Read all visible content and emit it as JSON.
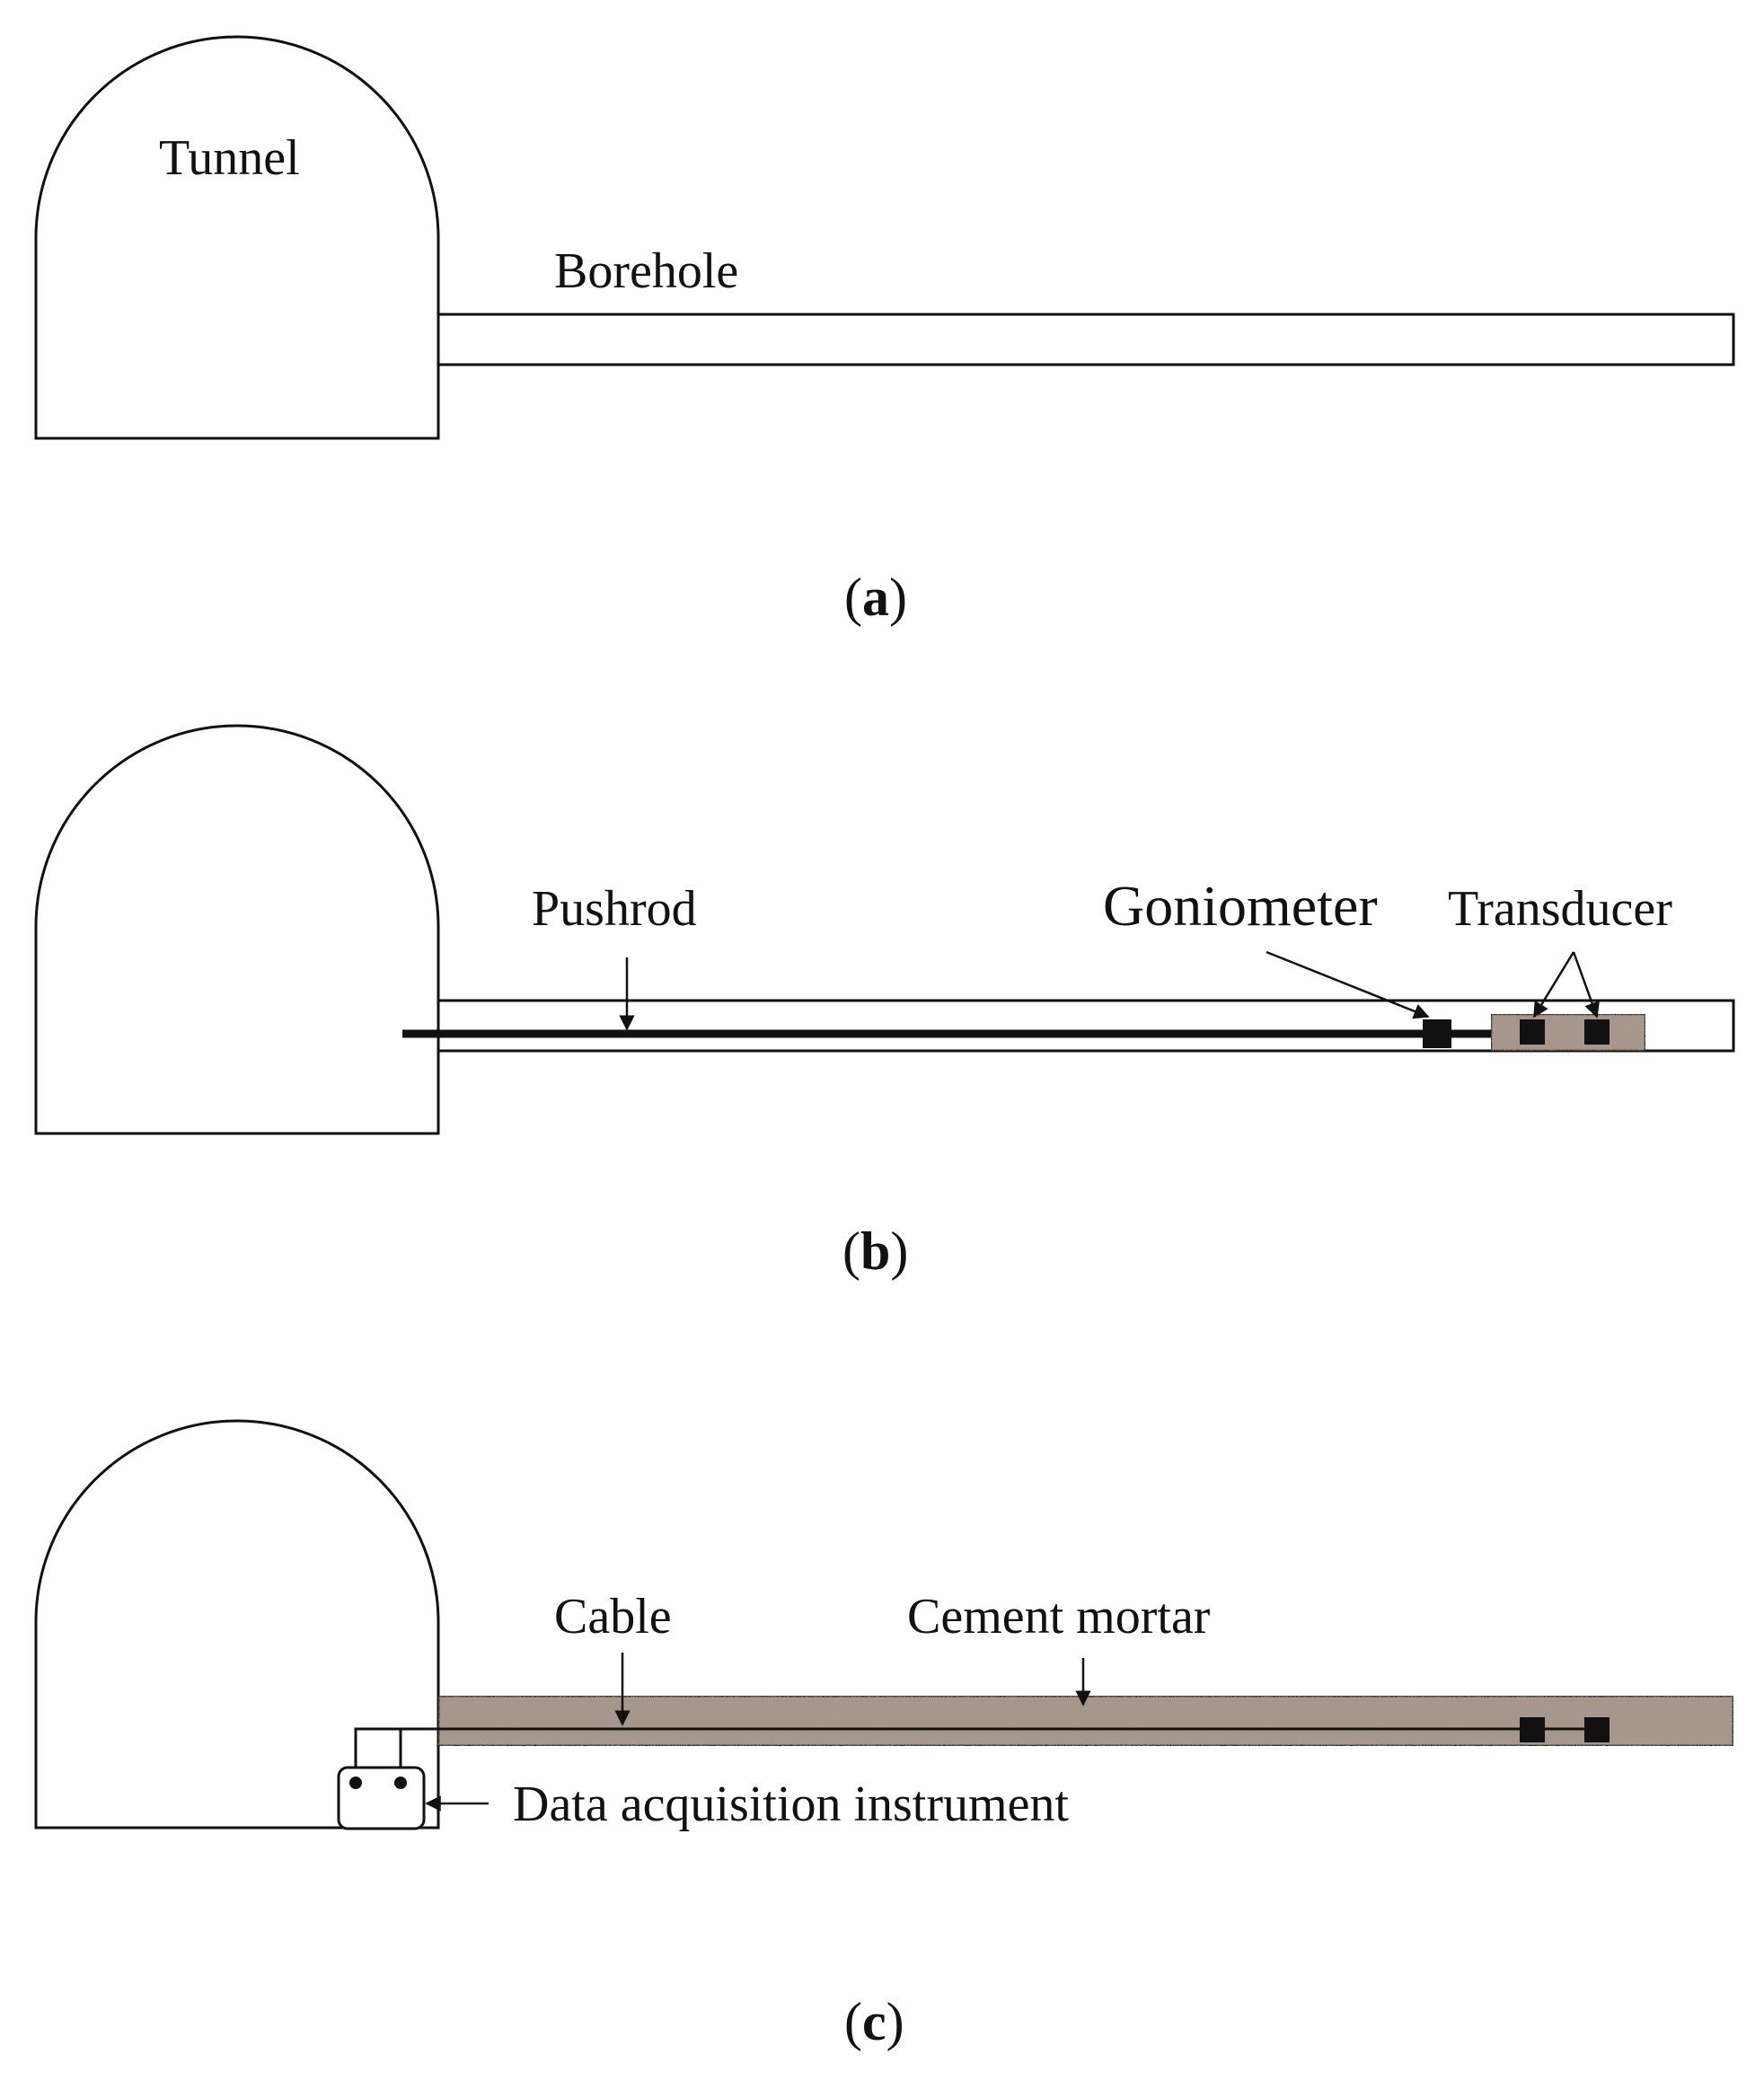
{
  "panel_a": {
    "tunnel_label": "Tunnel",
    "borehole_label": "Borehole",
    "caption_open": "(",
    "caption_letter": "a",
    "caption_close": ")"
  },
  "panel_b": {
    "pushrod_label": "Pushrod",
    "goniometer_label": "Goniometer",
    "transducer_label": "Transducer",
    "caption_open": "(",
    "caption_letter": "b",
    "caption_close": ")"
  },
  "panel_c": {
    "cable_label": "Cable",
    "mortar_label": "Cement mortar",
    "daq_label": "Data acquisition instrument",
    "caption_open": "(",
    "caption_letter": "c",
    "caption_close": ")"
  },
  "colors": {
    "line": "#111111",
    "mortar_base": "#a8988d",
    "background": "#ffffff"
  }
}
